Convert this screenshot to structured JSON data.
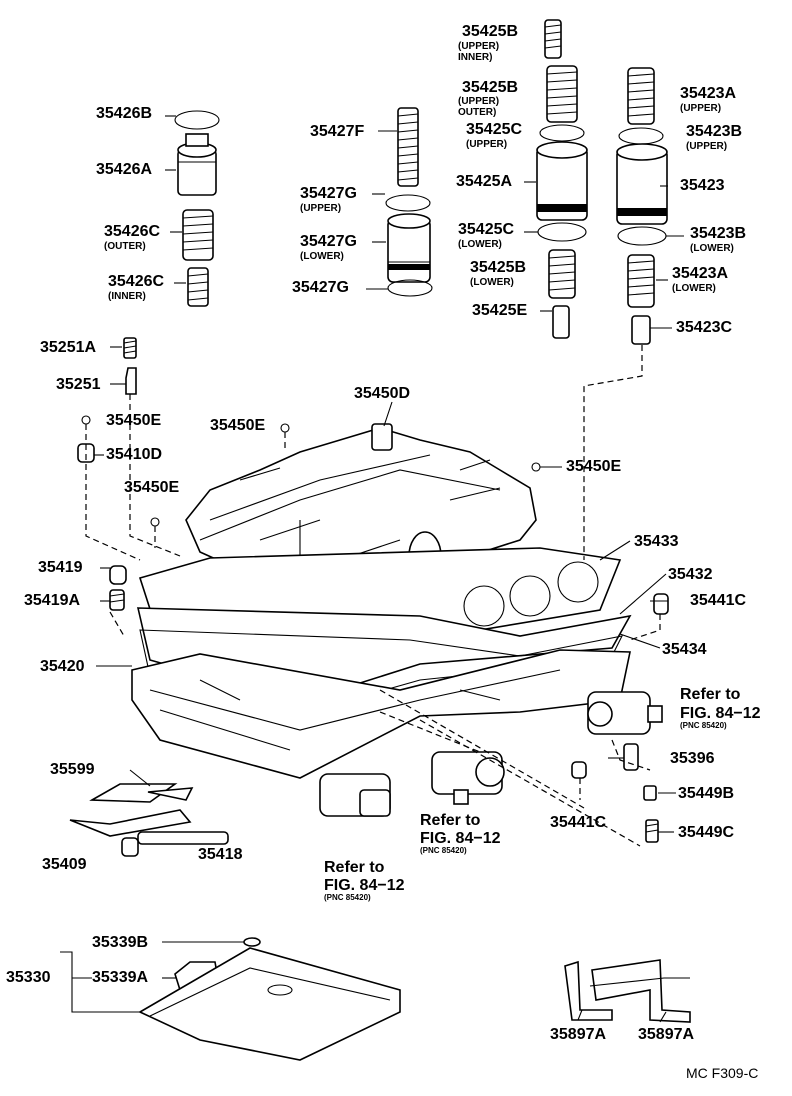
{
  "labels": {
    "p35425B_a": "35425B",
    "p35425B_a_sub1": "(UPPER)",
    "p35425B_a_sub2": "INNER)",
    "p35425B_b": "35425B",
    "p35425B_b_sub1": "(UPPER)",
    "p35425B_b_sub2": "OUTER)",
    "p35423A_a": "35423A",
    "p35423A_a_sub": "(UPPER)",
    "p35426B": "35426B",
    "p35425C_a": "35425C",
    "p35425C_a_sub": "(UPPER)",
    "p35423B_a": "35423B",
    "p35423B_a_sub": "(UPPER)",
    "p35427F": "35427F",
    "p35426A": "35426A",
    "p35425A": "35425A",
    "p35423": "35423",
    "p35427G_a": "35427G",
    "p35427G_a_sub": "(UPPER)",
    "p35426C_a": "35426C",
    "p35426C_a_sub": "(OUTER)",
    "p35425C_b": "35425C",
    "p35425C_b_sub": "(LOWER)",
    "p35423B_b": "35423B",
    "p35423B_b_sub": "(LOWER)",
    "p35427G_b": "35427G",
    "p35427G_b_sub": "(LOWER)",
    "p35425B_c": "35425B",
    "p35425B_c_sub": "(LOWER)",
    "p35423A_b": "35423A",
    "p35423A_b_sub": "(LOWER)",
    "p35426C_b": "35426C",
    "p35426C_b_sub": "(INNER)",
    "p35427G_c": "35427G",
    "p35425E": "35425E",
    "p35423C": "35423C",
    "p35251A": "35251A",
    "p35251": "35251",
    "p35450D": "35450D",
    "p35450E_a": "35450E",
    "p35450E_b": "35450E",
    "p35410D": "35410D",
    "p35450E_c": "35450E",
    "p35450E_d": "35450E",
    "p35433": "35433",
    "p35419": "35419",
    "p35432": "35432",
    "p35419A": "35419A",
    "p35441C_a": "35441C",
    "p35434": "35434",
    "p35420": "35420",
    "refer1_a": "Refer to",
    "refer1_b": "FIG. 84−12",
    "refer1_c": "(PNC 85420)",
    "p35599": "35599",
    "p35396": "35396",
    "refer2_a": "Refer to",
    "refer2_b": "FIG. 84−12",
    "refer2_c": "(PNC 85420)",
    "p35449B": "35449B",
    "p35441C_b": "35441C",
    "p35449C": "35449C",
    "p35409": "35409",
    "p35418": "35418",
    "refer3_a": "Refer to",
    "refer3_b": "FIG. 84−12",
    "refer3_c": "(PNC 85420)",
    "p35339B": "35339B",
    "p35330": "35330",
    "p35339A": "35339A",
    "p35897A_a": "35897A",
    "p35897A_b": "35897A",
    "code": "MC F309-C"
  }
}
